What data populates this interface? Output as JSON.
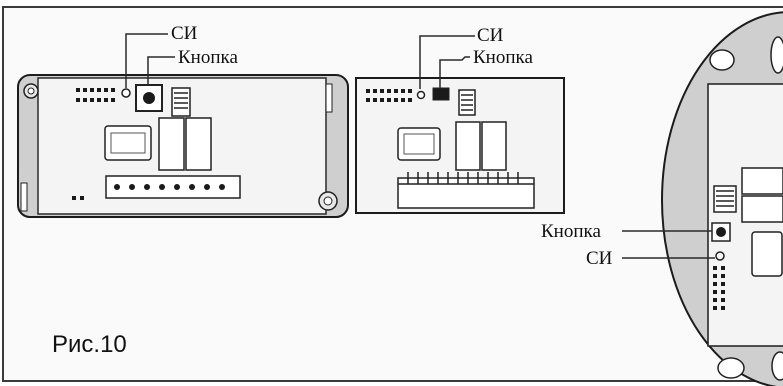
{
  "figure": {
    "caption": "Рис.10"
  },
  "boards": {
    "board1": {
      "label_si": "СИ",
      "label_button": "Кнопка"
    },
    "board2": {
      "label_si": "СИ",
      "label_button": "Кнопка"
    },
    "board3": {
      "label_button": "Кнопка",
      "label_si": "СИ"
    }
  },
  "colors": {
    "line": "#2a2a2a",
    "pcb": "#f1f1f1",
    "pcb_border": "#1c1c1c",
    "enclosure": "#cfcfcf",
    "dark": "#1a1a1a"
  }
}
